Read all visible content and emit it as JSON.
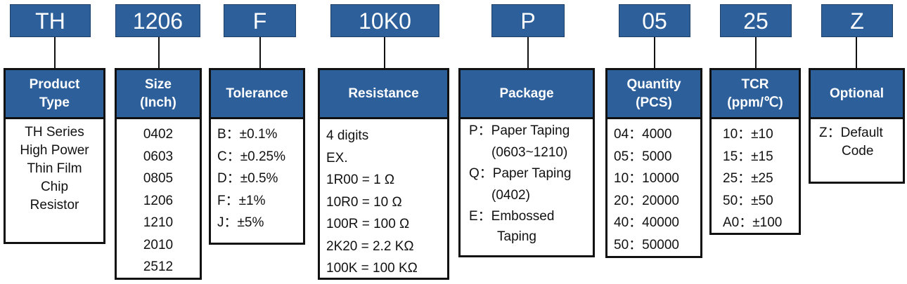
{
  "codes": [
    "TH",
    "1206",
    "F",
    "10K0",
    "P",
    "05",
    "25",
    "Z"
  ],
  "boxes": [
    {
      "header": [
        "Product",
        "Type"
      ],
      "lines": [
        "TH Series",
        "High Power",
        "Thin Film",
        "Chip",
        "Resistor"
      ]
    },
    {
      "header": [
        "Size",
        "(Inch)"
      ],
      "lines": [
        "0402",
        "0603",
        "0805",
        "1206",
        "1210",
        "2010",
        "2512"
      ]
    },
    {
      "header": [
        "Tolerance"
      ],
      "lines": [
        "B：±0.1%",
        "C：±0.25%",
        "D：±0.5%",
        "F：±1%",
        "J：±5%"
      ]
    },
    {
      "header": [
        "Resistance"
      ],
      "lines": [
        "4 digits",
        "EX.",
        "1R00 = 1 Ω",
        "10R0 = 10 Ω",
        "100R = 100 Ω",
        "2K20 = 2.2 KΩ",
        "100K = 100 KΩ"
      ]
    },
    {
      "header": [
        "Package"
      ],
      "lines": [
        "P：Paper Taping",
        "(0603~1210)",
        "Q：Paper Taping",
        "(0402)",
        "E：Embossed",
        "Taping"
      ]
    },
    {
      "header": [
        "Quantity",
        "(PCS)"
      ],
      "lines": [
        "04：4000",
        "05：5000",
        "10：10000",
        "20：20000",
        "40：40000",
        "50：50000"
      ]
    },
    {
      "header": [
        "TCR",
        "(ppm/℃)"
      ],
      "lines": [
        "10：±10",
        "15：±15",
        "25：±25",
        "50：±50",
        "A0：±100"
      ]
    },
    {
      "header": [
        "Optional"
      ],
      "lines": [
        "Z：Default",
        "Code"
      ]
    }
  ]
}
